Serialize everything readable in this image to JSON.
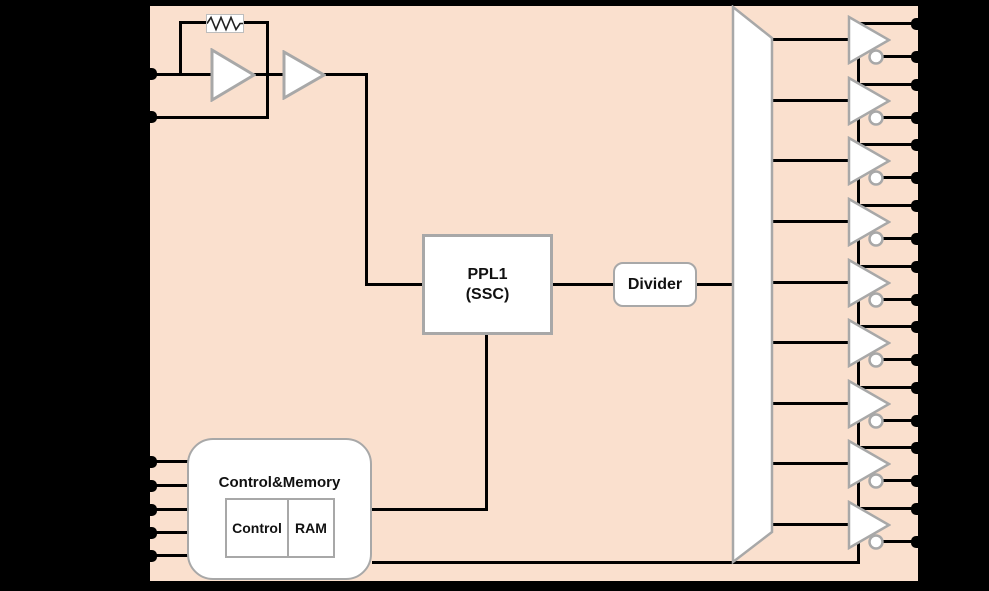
{
  "colors": {
    "background": "#000000",
    "chip_body": "#fae0ce",
    "wire": "#000000",
    "block_fill": "#ffffff",
    "block_border": "#a8a8a8",
    "text": "#111111"
  },
  "blocks": {
    "pll": {
      "line1": "PPL1",
      "line2": "(SSC)"
    },
    "divider": {
      "label": "Divider"
    },
    "control_memory": {
      "title": "Control&Memory",
      "control_label": "Control",
      "ram_label": "RAM"
    }
  },
  "oscillator": {
    "amplifier_count": 2,
    "has_feedback_resistor": true
  },
  "fanout": {
    "shape": "trapezoid",
    "output_branches": 9
  },
  "output_buffers": {
    "count": 9,
    "inverting_bubble": true
  },
  "pins": {
    "left_crystal_count": 2,
    "left_control_count": 5,
    "right_output_count": 18
  }
}
